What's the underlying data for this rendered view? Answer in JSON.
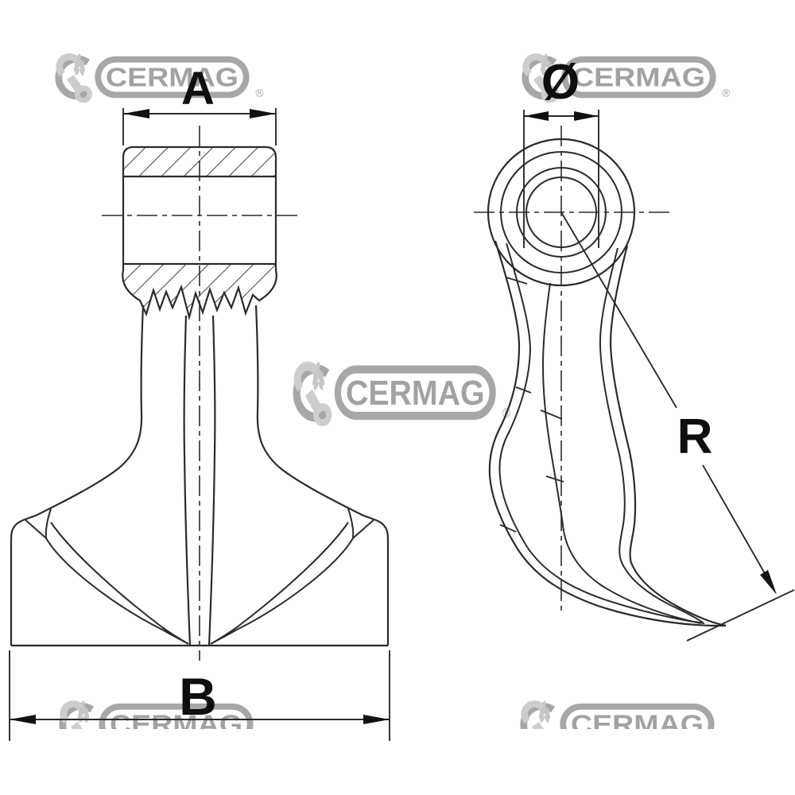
{
  "watermark": {
    "brand": "CERMAG",
    "registered": "®"
  },
  "labels": {
    "dim_width_top": "A",
    "dim_width_bottom": "B",
    "dim_bore_diameter": "Ø",
    "dim_radius": "R"
  },
  "colors": {
    "background": "#ffffff",
    "line": "#2b2b2b",
    "label_text": "#0e0e0e",
    "watermark_ring": "#a7a7a7",
    "watermark_tool": "#cdcdcd",
    "watermark_text": "#a2a2a2"
  }
}
